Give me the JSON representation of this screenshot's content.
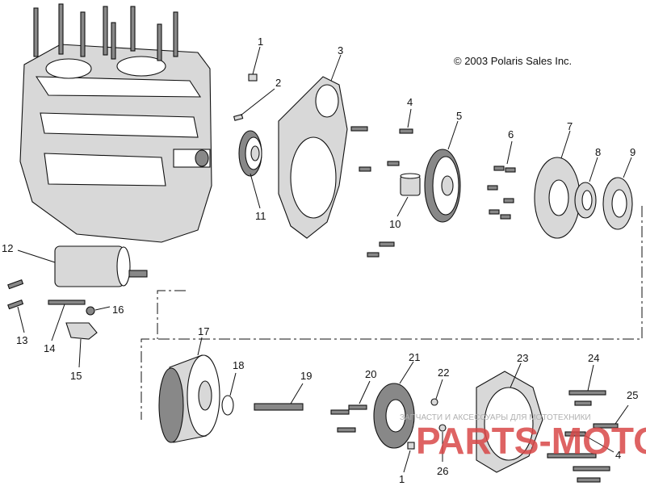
{
  "copyright": "© 2003 Polaris Sales Inc.",
  "watermark": {
    "text": "PARTS-MOTOR.RU",
    "subtext": "ЗАПЧАСТИ И АКСЕССУАРЫ ДЛЯ МОТОТЕХНИКИ"
  },
  "callouts": [
    "1",
    "2",
    "3",
    "4",
    "5",
    "6",
    "7",
    "8",
    "9",
    "10",
    "11",
    "12",
    "13",
    "14",
    "15",
    "16",
    "17",
    "18",
    "19",
    "20",
    "21",
    "22",
    "23",
    "24",
    "25",
    "4",
    "26",
    "1"
  ]
}
